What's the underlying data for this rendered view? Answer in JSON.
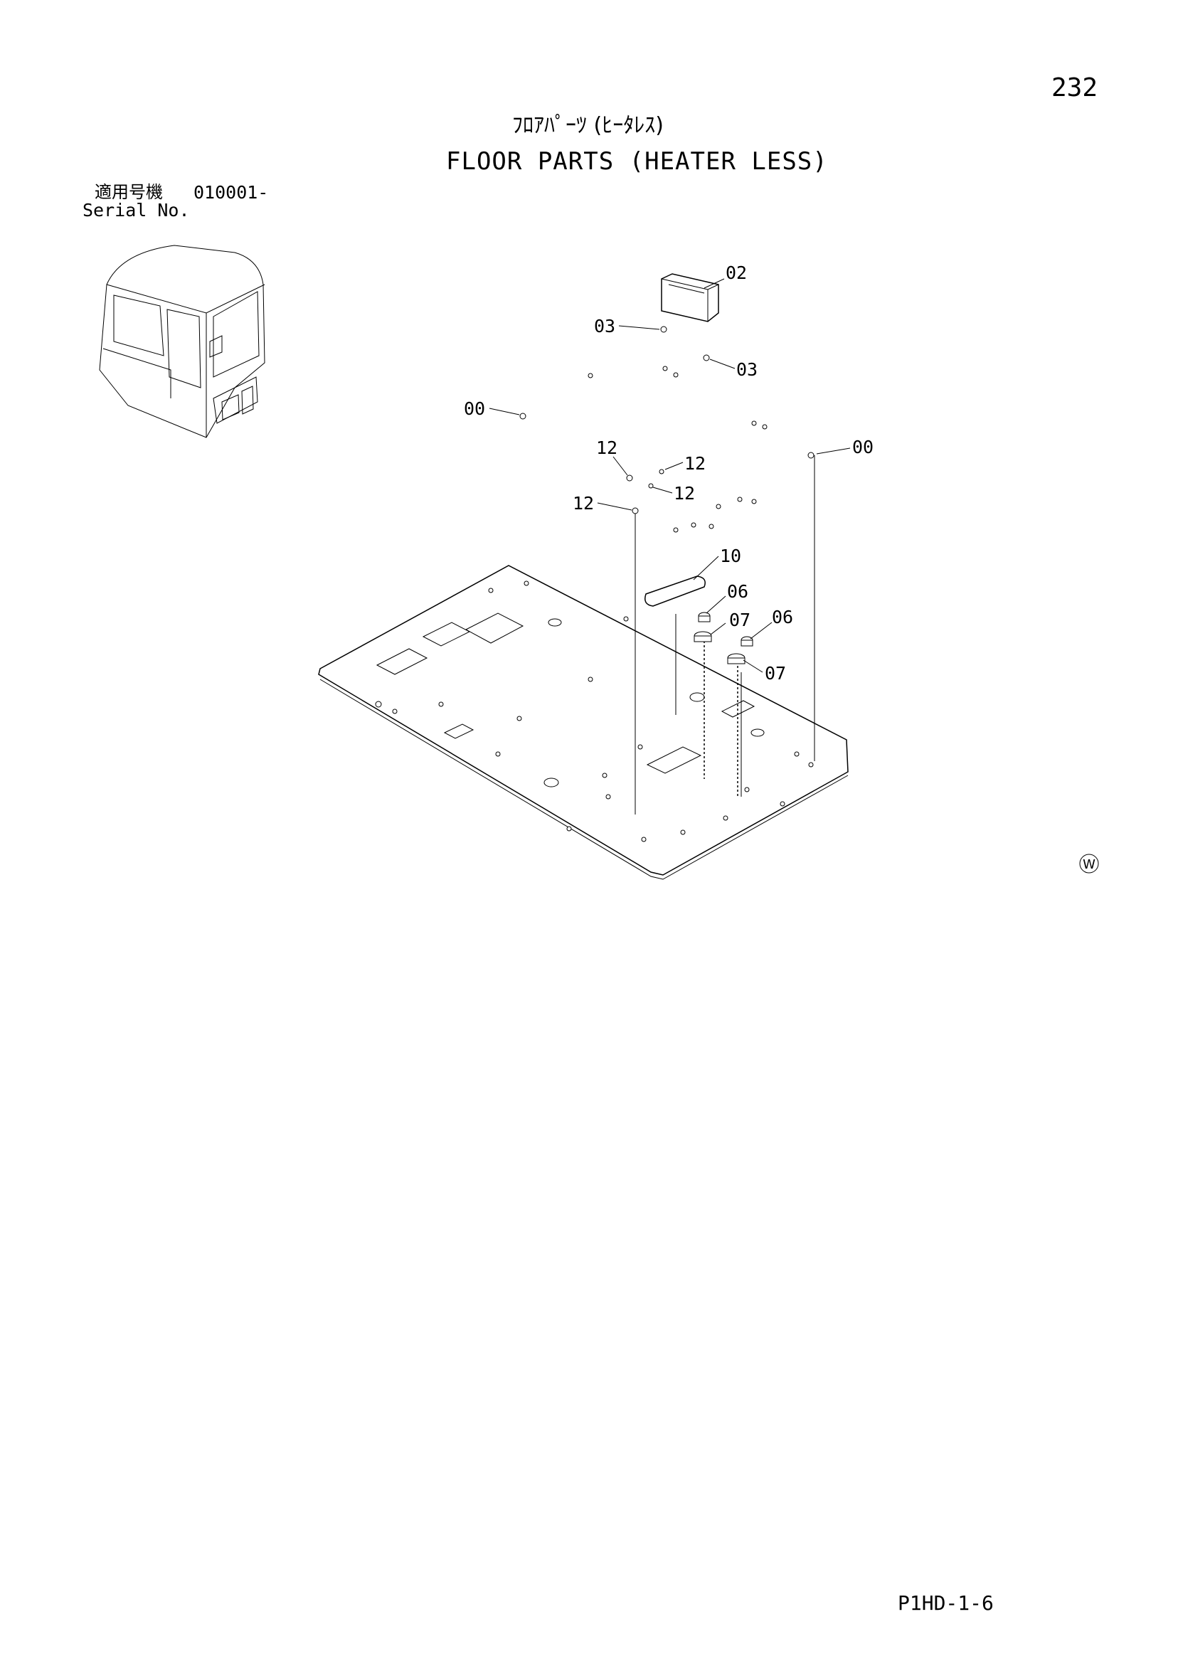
{
  "page_number": "232",
  "title_jp": "ﾌﾛｱﾊﾟｰﾂ (ﾋｰﾀﾚｽ)",
  "title_en": "FLOOR PARTS (HEATER LESS)",
  "serial_label_jp": "適用号機",
  "serial_range": "010001-",
  "serial_label_en": "Serial No.",
  "callouts": {
    "c02": "02",
    "c03a": "03",
    "c03b": "03",
    "c00a": "00",
    "c00b": "00",
    "c12a": "12",
    "c12b": "12",
    "c12c": "12",
    "c12d": "12",
    "c10": "10",
    "c06a": "06",
    "c07a": "07",
    "c06b": "06",
    "c07b": "07"
  },
  "marker": "W",
  "doc_code": "P1HD-1-6"
}
